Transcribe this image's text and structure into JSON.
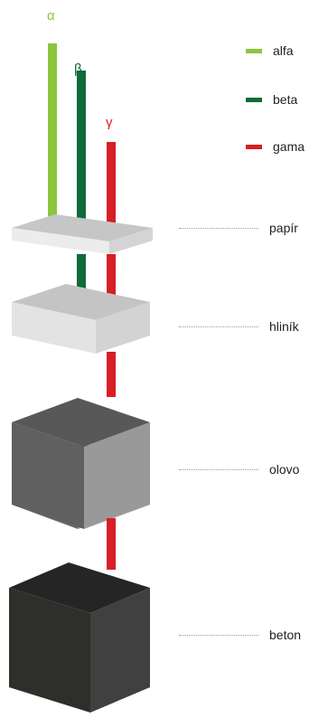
{
  "colors": {
    "alpha": "#8cc63f",
    "beta": "#0f6b3a",
    "gamma": "#d81e26"
  },
  "rays": [
    {
      "symbol": "α",
      "color": "#8cc63f"
    },
    {
      "symbol": "β",
      "color": "#0f6b3a"
    },
    {
      "symbol": "γ",
      "color": "#d81e26"
    }
  ],
  "legend": [
    {
      "label": "alfa",
      "color": "#8cc63f"
    },
    {
      "label": "beta",
      "color": "#0f6b3a"
    },
    {
      "label": "gama",
      "color": "#d81e26"
    }
  ],
  "materials": [
    {
      "label": "papír"
    },
    {
      "label": "hliník"
    },
    {
      "label": "olovo"
    },
    {
      "label": "beton"
    }
  ]
}
